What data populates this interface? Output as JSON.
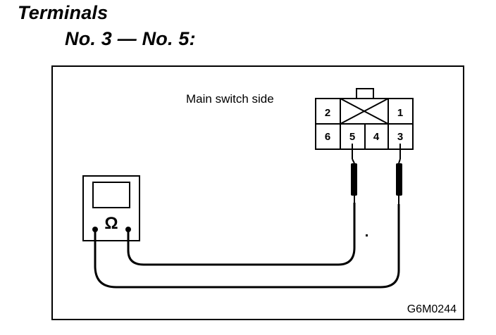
{
  "heading": {
    "line1": "Terminals",
    "line2": "No. 3 — No. 5:"
  },
  "connector": {
    "label": "Main switch side",
    "pins_top": [
      "2",
      "1"
    ],
    "pins_bottom": [
      "6",
      "5",
      "4",
      "3"
    ]
  },
  "meter": {
    "symbol": "Ω"
  },
  "figure_code": "G6M0244"
}
